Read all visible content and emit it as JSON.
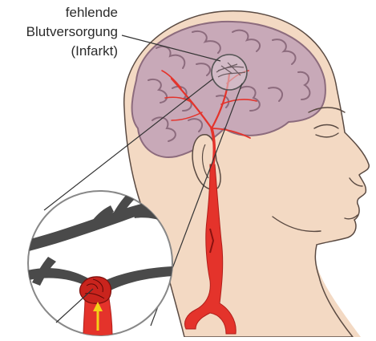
{
  "annotation": {
    "line1": "fehlende",
    "line2": "Blutversorgung",
    "line3": "(Infarkt)"
  },
  "colors": {
    "skin": "#f3d9c3",
    "skin_outline": "#5a4a42",
    "brain": "#b795a6",
    "brain_fill": "#c8a9b8",
    "artery": "#e4332b",
    "artery_dark": "#b01e1a",
    "vessel_grey": "#4a4a4a",
    "arrow": "#f4d117"
  },
  "icons": {
    "infarct": "infarct-marker",
    "clot": "blood-clot",
    "flow": "flow-arrow"
  }
}
